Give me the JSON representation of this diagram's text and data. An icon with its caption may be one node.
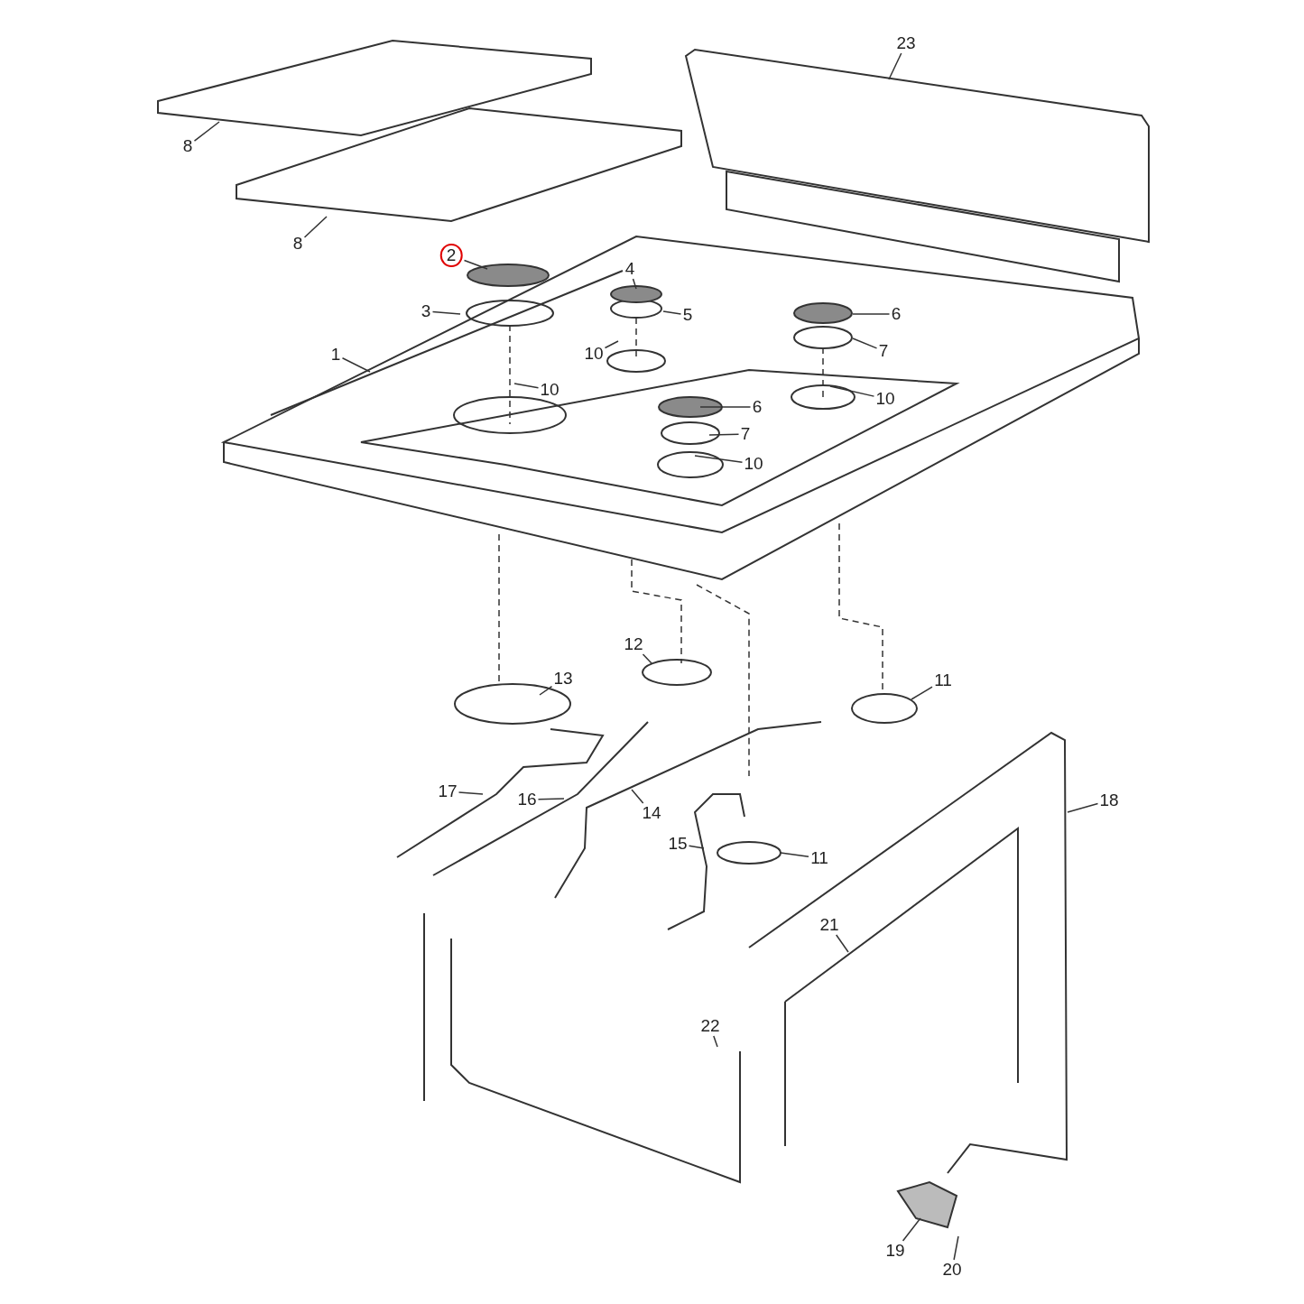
{
  "diagram": {
    "nodes": [
      {
        "text": [
          "23"
        ]
      },
      {
        "text": [
          "8"
        ]
      },
      {
        "text": [
          "8"
        ]
      },
      {
        "text": [
          "2"
        ]
      },
      {
        "text": [
          "4"
        ]
      },
      {
        "text": [
          "3"
        ]
      },
      {
        "text": [
          "5"
        ]
      },
      {
        "text": [
          "6"
        ]
      },
      {
        "text": [
          "7"
        ]
      },
      {
        "text": [
          "1"
        ]
      },
      {
        "text": [
          "10"
        ]
      },
      {
        "text": [
          "10"
        ]
      },
      {
        "text": [
          "10"
        ]
      },
      {
        "text": [
          "6"
        ]
      },
      {
        "text": [
          "7"
        ]
      },
      {
        "text": [
          "10"
        ]
      },
      {
        "text": [
          "13"
        ]
      },
      {
        "text": [
          "12"
        ]
      },
      {
        "text": [
          "11"
        ]
      },
      {
        "text": [
          "17"
        ]
      },
      {
        "text": [
          "16"
        ]
      },
      {
        "text": [
          "14"
        ]
      },
      {
        "text": [
          "18"
        ]
      },
      {
        "text": [
          "15"
        ]
      },
      {
        "text": [
          "11"
        ]
      },
      {
        "text": [
          "21"
        ]
      },
      {
        "text": [
          "22"
        ]
      },
      {
        "text": [
          "19"
        ]
      },
      {
        "text": [
          "20"
        ]
      }
    ],
    "edges": [
      {
        "from": 0,
        "to": null,
        "arrow": "none"
      },
      {
        "from": 1,
        "to": null,
        "arrow": "none"
      },
      {
        "from": 2,
        "to": null,
        "arrow": "none"
      },
      {
        "from": 3,
        "to": null,
        "arrow": "none"
      },
      {
        "from": 4,
        "to": null,
        "arrow": "none"
      },
      {
        "from": 5,
        "to": null,
        "arrow": "none"
      },
      {
        "from": 6,
        "to": null,
        "arrow": "none"
      },
      {
        "from": 7,
        "to": null,
        "arrow": "none"
      },
      {
        "from": 8,
        "to": null,
        "arrow": "none"
      },
      {
        "from": 9,
        "to": null,
        "arrow": "none"
      },
      {
        "from": 10,
        "to": null,
        "arrow": "none"
      },
      {
        "from": 11,
        "to": null,
        "arrow": "none"
      },
      {
        "from": 12,
        "to": null,
        "arrow": "none"
      },
      {
        "from": 13,
        "to": null,
        "arrow": "none"
      },
      {
        "from": 14,
        "to": null,
        "arrow": "none"
      },
      {
        "from": 15,
        "to": null,
        "arrow": "none"
      },
      {
        "from": 16,
        "to": null,
        "arrow": "none"
      },
      {
        "from": 17,
        "to": null,
        "arrow": "none"
      },
      {
        "from": 18,
        "to": null,
        "arrow": "none"
      },
      {
        "from": 19,
        "to": null,
        "arrow": "none"
      },
      {
        "from": 20,
        "to": null,
        "arrow": "none"
      },
      {
        "from": 21,
        "to": null,
        "arrow": "none"
      },
      {
        "from": 22,
        "to": null,
        "arrow": "none"
      },
      {
        "from": 23,
        "to": null,
        "arrow": "none"
      },
      {
        "from": 24,
        "to": null,
        "arrow": "none"
      },
      {
        "from": 25,
        "to": null,
        "arrow": "none"
      },
      {
        "from": 26,
        "to": null,
        "arrow": "none"
      },
      {
        "from": 27,
        "to": null,
        "arrow": "none"
      },
      {
        "from": 28,
        "to": null,
        "arrow": "none"
      }
    ]
  }
}
